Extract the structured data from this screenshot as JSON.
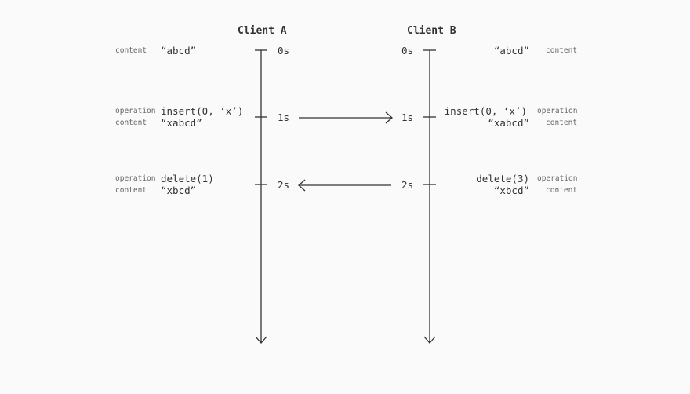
{
  "client_a": {
    "title": "Client A",
    "rows": [
      {
        "time": "0s",
        "content_label": "content",
        "content": "“abcd”"
      },
      {
        "time": "1s",
        "operation_label": "operation",
        "operation": "insert(0, ‘x’)",
        "content_label": "content",
        "content": "“xabcd”"
      },
      {
        "time": "2s",
        "operation_label": "operation",
        "operation": "delete(1)",
        "content_label": "content",
        "content": "“xbcd”"
      }
    ]
  },
  "client_b": {
    "title": "Client B",
    "rows": [
      {
        "time": "0s",
        "content_label": "content",
        "content": "“abcd”"
      },
      {
        "time": "1s",
        "operation_label": "operation",
        "operation": "insert(0, ‘x’)",
        "content_label": "content",
        "content": "“xabcd”"
      },
      {
        "time": "2s",
        "operation_label": "operation",
        "operation": "delete(3)",
        "content_label": "content",
        "content": "“xbcd”"
      }
    ]
  },
  "colors": {
    "line": "#333333",
    "label": "#666666",
    "background": "#fafafa"
  }
}
